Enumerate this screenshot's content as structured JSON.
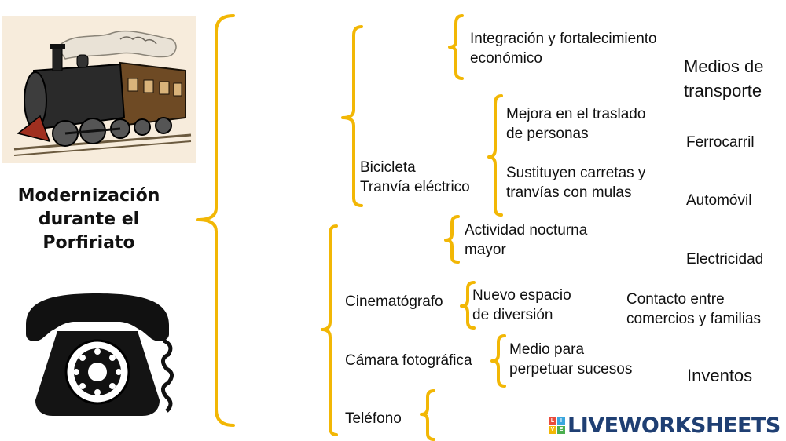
{
  "title": "Modernización\ndurante el\nPorfiriato",
  "nodes": {
    "integracion": "Integración y fortalecimiento\neconómico",
    "bicicleta": "Bicicleta\nTranvía eléctrico",
    "mejora": "Mejora en el traslado\nde personas",
    "sustituyen": "Sustituyen carretas y\ntranvías con mulas",
    "actividad": "Actividad nocturna\nmayor",
    "cinematografo": "Cinematógrafo",
    "nuevo": "Nuevo espacio\nde diversión",
    "camara": "Cámara fotográfica",
    "medio": "Medio para\nperpetuar sucesos",
    "telefono": "Teléfono"
  },
  "options": {
    "medios": "Medios de\ntransporte",
    "ferrocarril": "Ferrocarril",
    "automovil": "Automóvil",
    "electricidad": "Electricidad",
    "contacto": "Contacto entre\ncomercios y familias",
    "inventos": "Inventos"
  },
  "logo": {
    "text": "LIVEWORKSHEETS",
    "mark_letters": [
      "L",
      "I",
      "V",
      "E"
    ]
  },
  "colors": {
    "bracket": "#f2b705",
    "logo": "#1f3f73"
  },
  "icons": {
    "train": "steam-locomotive-illustration",
    "phone": "rotary-telephone-illustration"
  }
}
